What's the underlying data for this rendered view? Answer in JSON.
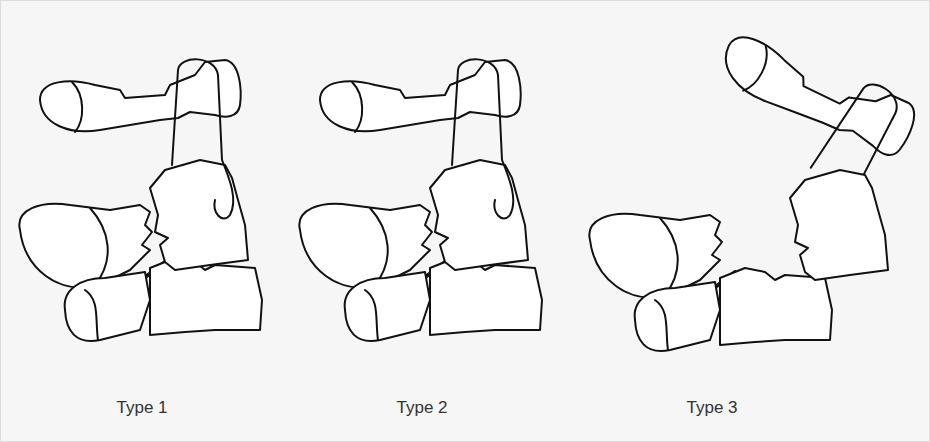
{
  "diagram": {
    "labels": [
      "Type 1",
      "Type 2",
      "Type 3"
    ]
  }
}
